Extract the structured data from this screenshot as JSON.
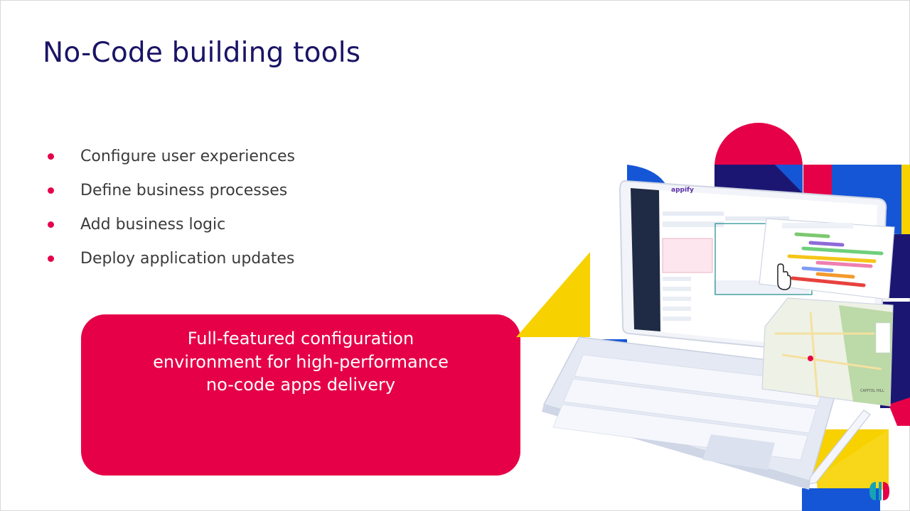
{
  "slide": {
    "title": "No-Code building tools",
    "bullets": [
      "Configure user experiences",
      "Define business processes",
      "Add business logic",
      "Deploy application updates"
    ],
    "callout": {
      "line1": "Full-featured configuration",
      "line2": "environment for high-performance",
      "line3": "no-code apps delivery"
    }
  },
  "illustration": {
    "app_logo": "appify",
    "map_labels": [
      "CAPITOL HILL"
    ]
  },
  "colors": {
    "title": "#1a1466",
    "accent_red": "#e60048",
    "blue": "#1556d6",
    "navy": "#1c1673",
    "yellow": "#f7d100"
  },
  "icons": [
    "bullet-dot-icon",
    "cursor-hand-icon",
    "brand-logo-icon"
  ]
}
